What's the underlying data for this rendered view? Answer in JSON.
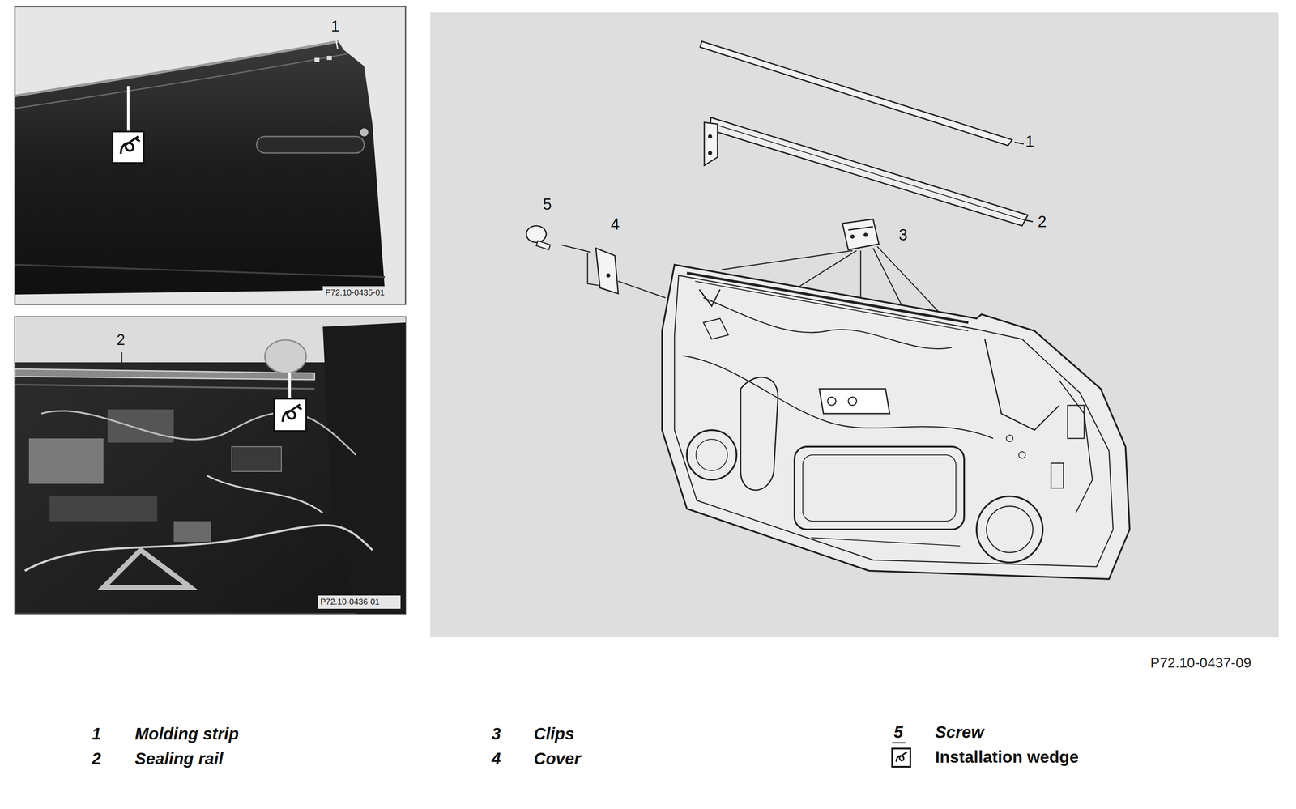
{
  "diagram": {
    "labels": [
      "1",
      "P72.10-0435-01",
      "2",
      "P72.10-0436-01",
      "1",
      "2",
      "3",
      "4",
      "5",
      "P72.10-0437-09",
      "1",
      "Molding strip",
      "2",
      "Sealing rail",
      "3",
      "Clips",
      "4",
      "Cover",
      "5",
      "Screw",
      "Installation wedge"
    ]
  }
}
